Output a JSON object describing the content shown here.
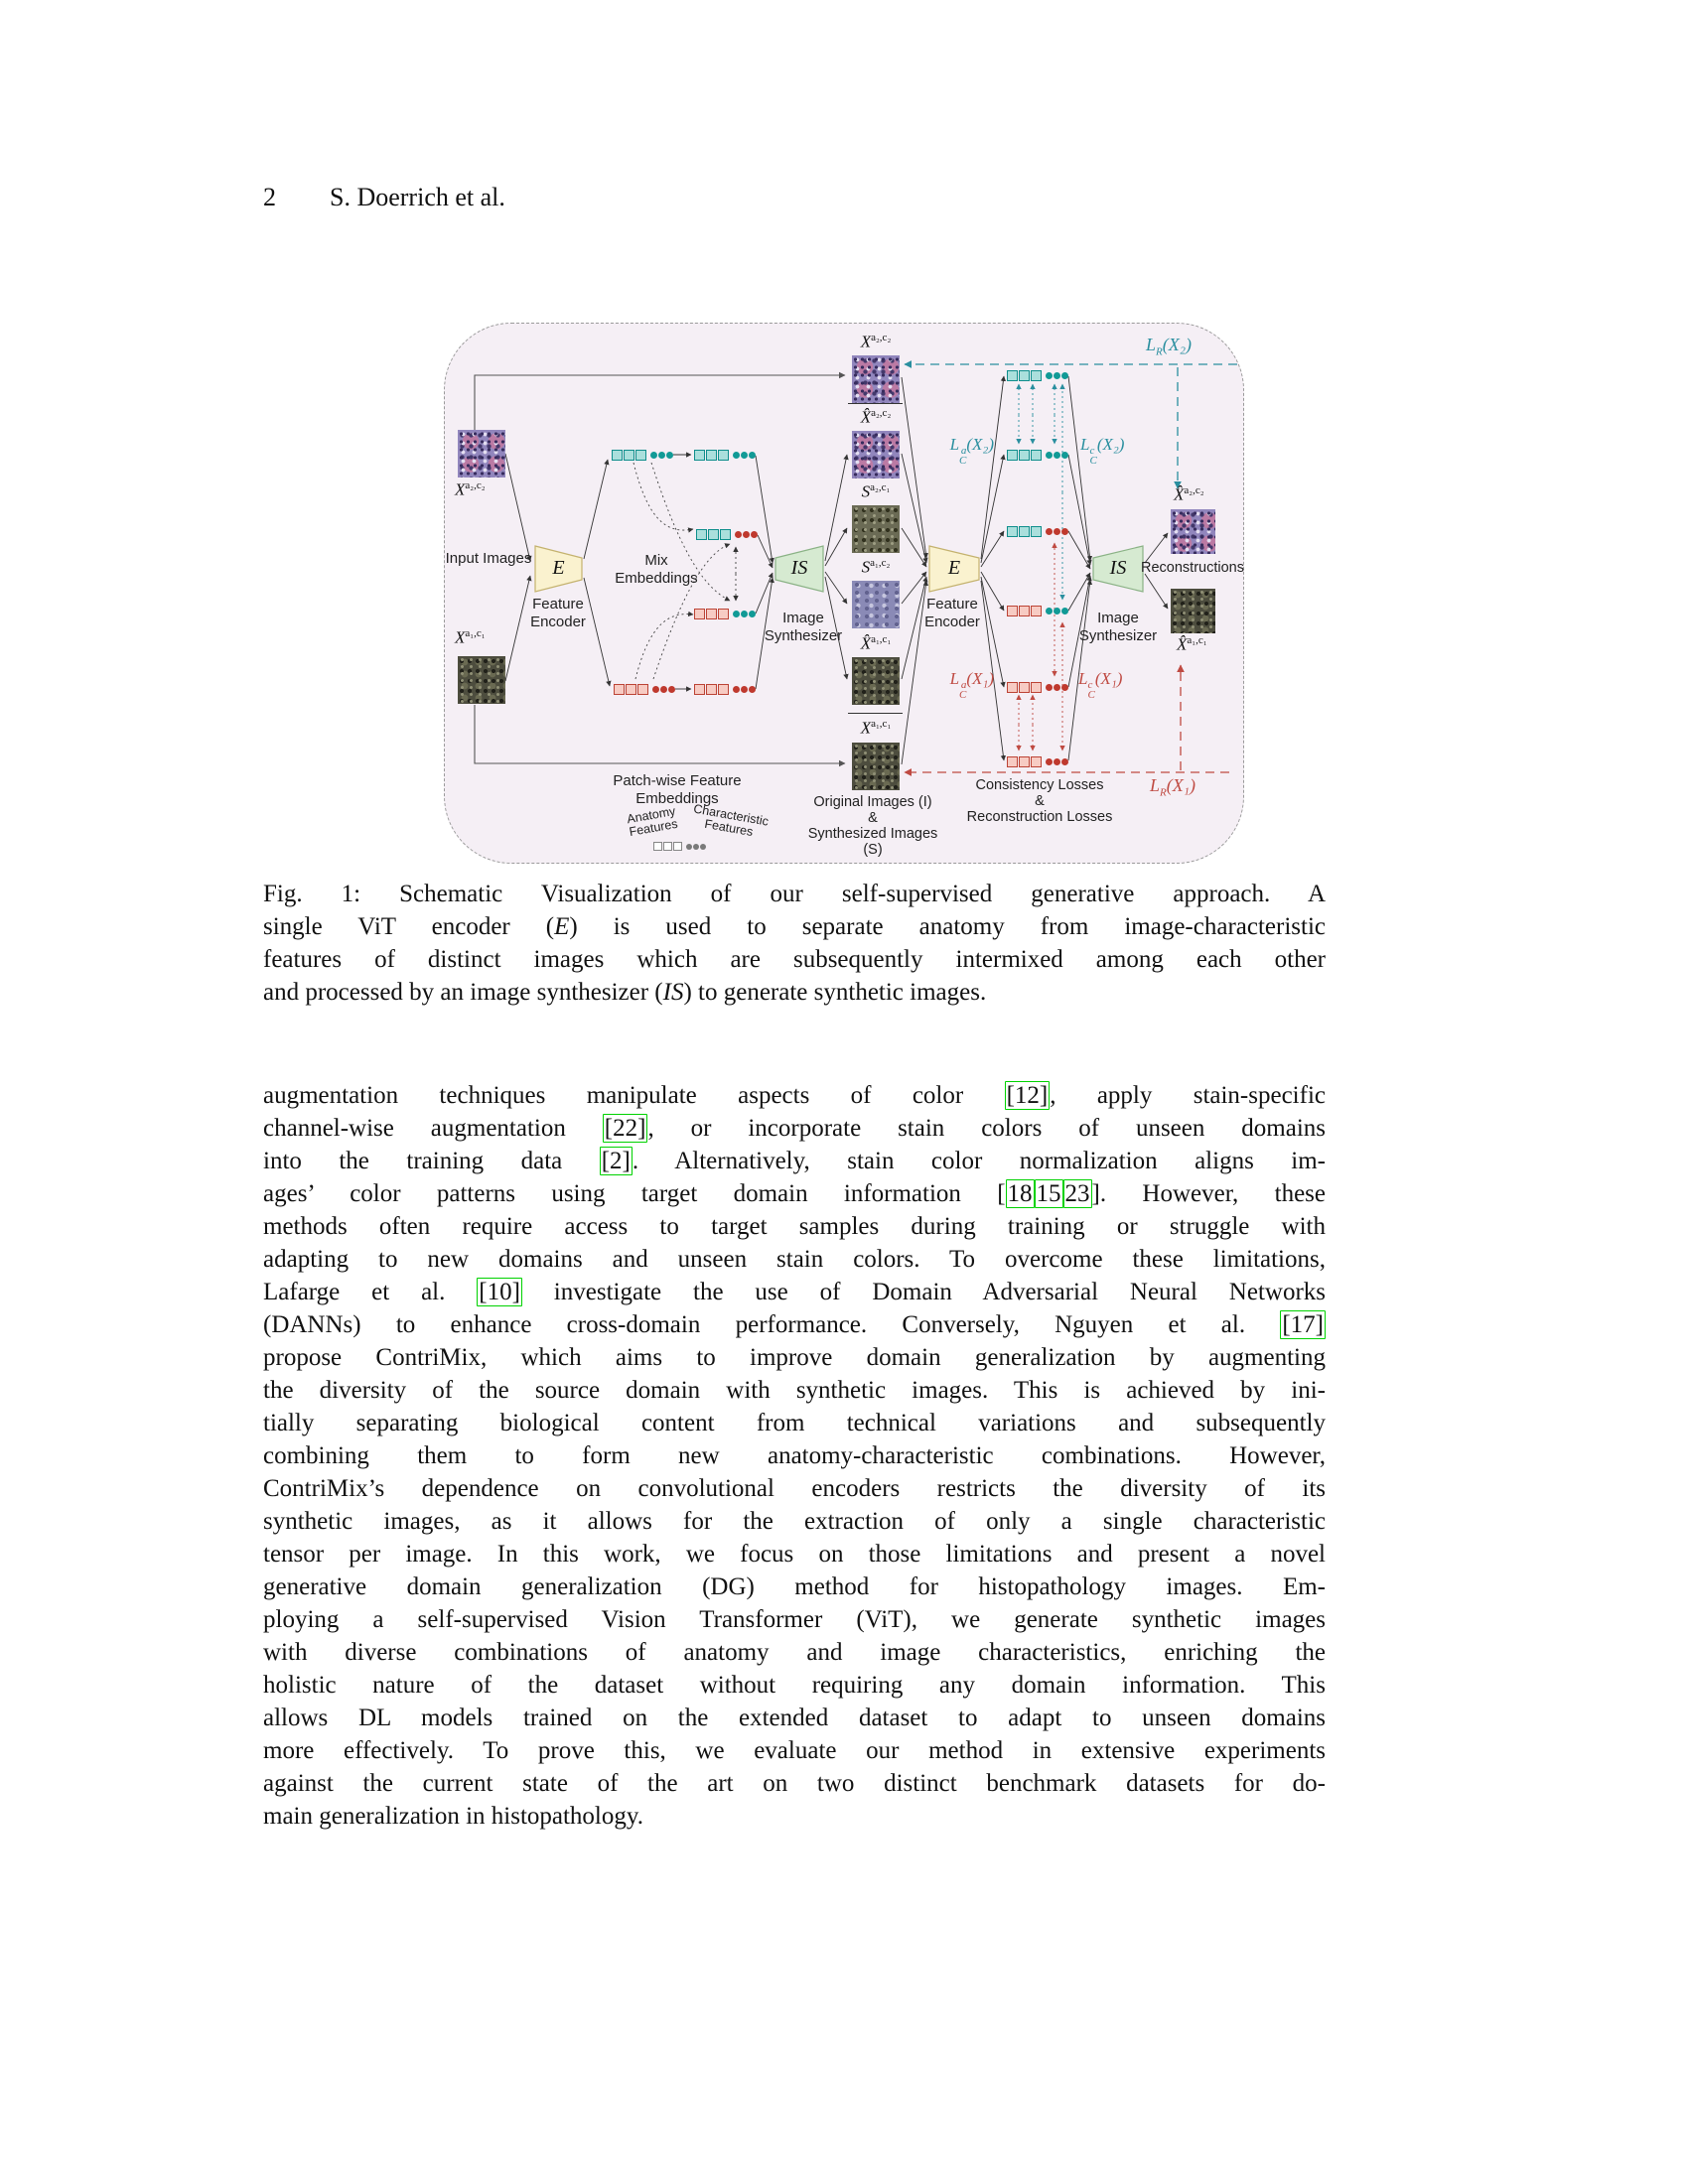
{
  "page": {
    "number": "2",
    "running_head": "S. Doerrich et al."
  },
  "colors": {
    "teal": "#2a8f9f",
    "red": "#bf4a42",
    "citation_green": "#00d200",
    "encoder_fill": "#faf2cf",
    "encoder_border": "#c4b26e",
    "synthesizer_fill": "#d6ead1",
    "synthesizer_border": "#8ab285",
    "figure_background": "#f5eff5"
  },
  "figure": {
    "text": {
      "input_images": "Input Images",
      "feature_encoder": "Feature Encoder",
      "mix_embeddings": "Mix Embeddings",
      "image_synthesizer": "Image Synthesizer",
      "reconstructions": "Reconstructions",
      "patchwise": "Patch-wise Feature Embeddings",
      "anatomy_features": "Anatomy Features",
      "characteristic_features": "Characteristic Features",
      "originals": "Original Images (I)",
      "amp": "&",
      "synthesized": "Synthesized Images (S)",
      "consistency": "Consistency Losses",
      "reconstruction_losses": "Reconstruction Losses",
      "encoder_letter": "E",
      "synthesizer_letters": "IS"
    },
    "math": {
      "in_top": {
        "base": "X",
        "sup": "a₂,c₂"
      },
      "in_bottom": {
        "base": "X",
        "sup": "a₁,c₁"
      },
      "mid1": {
        "base": "X",
        "sup": "a₂,c₂"
      },
      "mid2": {
        "base": "X̂",
        "sup": "a₂,c₂"
      },
      "mid3": {
        "base": "S",
        "sup": "a₂,c₁"
      },
      "mid4": {
        "base": "S",
        "sup": "a₁,c₂"
      },
      "mid5": {
        "base": "X̂",
        "sup": "a₁,c₁"
      },
      "mid6": {
        "base": "X",
        "sup": "a₁,c₁"
      },
      "recon_top": {
        "base": "X̂",
        "sup": "a₂,c₂"
      },
      "recon_bottom": {
        "base": "X̂",
        "sup": "a₁,c₁"
      }
    },
    "losses": {
      "lca2": {
        "l": "L",
        "sup": "a",
        "sub": "C",
        "arg": "(X₂)"
      },
      "lcc2": {
        "l": "L",
        "sup": "c",
        "sub": "C",
        "arg": "(X₂)"
      },
      "lca1": {
        "l": "L",
        "sup": "a",
        "sub": "C",
        "arg": "(X₁)"
      },
      "lcc1": {
        "l": "L",
        "sup": "c",
        "sub": "C",
        "arg": "(X₁)"
      },
      "lr2": {
        "l": "L",
        "sub": "R",
        "arg": "(X₂)"
      },
      "lr1": {
        "l": "L",
        "sub": "R",
        "arg": "(X₁)"
      }
    }
  },
  "caption": {
    "lines": [
      "Fig. 1: Schematic Visualization of our self-supervised generative approach. A",
      "single ViT encoder (E) is used to separate anatomy from image-characteristic",
      "features of distinct images which are subsequently intermixed among each other",
      "and processed by an image synthesizer (IS) to generate synthetic images."
    ]
  },
  "body": {
    "lines": [
      "augmentation techniques manipulate aspects of color [12], apply stain-specific",
      "channel-wise augmentation [22], or incorporate stain colors of unseen domains",
      "into the training data [2]. Alternatively, stain color normalization aligns im-",
      "ages’ color patterns using target domain information [18,15,23]. However, these",
      "methods often require access to target samples during training or struggle with",
      "adapting to new domains and unseen stain colors. To overcome these limitations,",
      "Lafarge et al. [10] investigate the use of Domain Adversarial Neural Networks",
      "(DANNs) to enhance cross-domain performance. Conversely, Nguyen et al. [17]",
      "propose ContriMix, which aims to improve domain generalization by augmenting",
      "the diversity of the source domain with synthetic images. This is achieved by ini-",
      "tially separating biological content from technical variations and subsequently",
      "combining them to form new anatomy-characteristic combinations. However,",
      "ContriMix’s dependence on convolutional encoders restricts the diversity of its",
      "synthetic images, as it allows for the extraction of only a single characteristic",
      "tensor per image. In this work, we focus on those limitations and present a novel",
      "generative domain generalization (DG) method for histopathology images. Em-",
      "ploying a self-supervised Vision Transformer (ViT), we generate synthetic images",
      "with diverse combinations of anatomy and image characteristics, enriching the",
      "holistic nature of the dataset without requiring any domain information. This",
      "allows DL models trained on the extended dataset to adapt to unseen domains",
      "more effectively. To prove this, we evaluate our method in extensive experiments",
      "against the current state of the art on two distinct benchmark datasets for do-",
      "main generalization in histopathology."
    ]
  }
}
